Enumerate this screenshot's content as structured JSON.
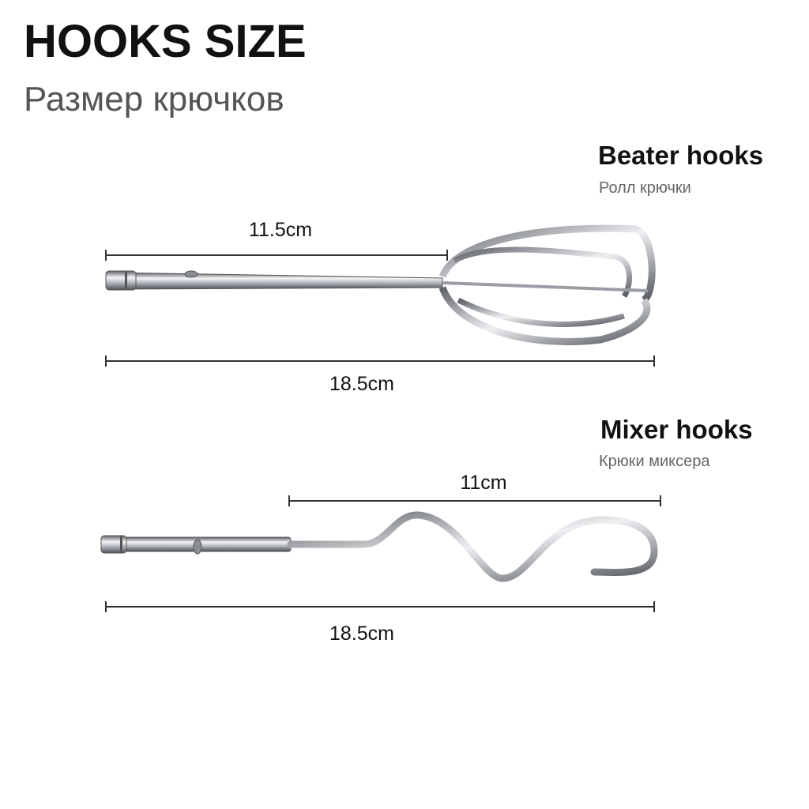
{
  "header": {
    "title": "HOOKS SIZE",
    "subtitle": "Размер крючков"
  },
  "beater": {
    "name": "Beater hooks",
    "name_ru": "Ролл крючки",
    "dim_short": "11.5cm",
    "dim_total": "18.5cm"
  },
  "mixer": {
    "name": "Mixer hooks",
    "name_ru": "Крюки миксера",
    "dim_short": "11cm",
    "dim_total": "18.5cm"
  },
  "colors": {
    "metal_dark": "#6e7177",
    "metal_light": "#e6e8ec",
    "line": "#333333"
  }
}
